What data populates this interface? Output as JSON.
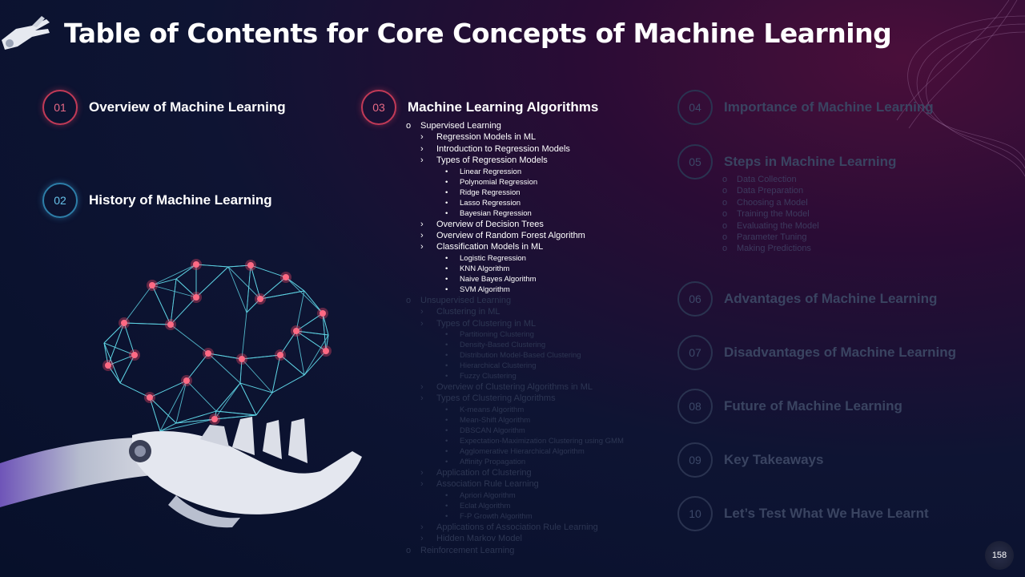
{
  "title": "Table of Contents for Core Concepts of Machine Learning",
  "page_number": "158",
  "items": [
    {
      "num": "01",
      "label": "Overview of Machine Learning"
    },
    {
      "num": "02",
      "label": "History of Machine Learning"
    },
    {
      "num": "03",
      "label": "Machine Learning Algorithms"
    },
    {
      "num": "04",
      "label": "Importance of Machine Learning"
    },
    {
      "num": "05",
      "label": "Steps in Machine Learning"
    },
    {
      "num": "06",
      "label": "Advantages of Machine Learning"
    },
    {
      "num": "07",
      "label": "Disadvantages of Machine Learning"
    },
    {
      "num": "08",
      "label": "Future of Machine Learning"
    },
    {
      "num": "09",
      "label": "Key Takeaways"
    },
    {
      "num": "10",
      "label": "Let’s Test What We Have Learnt"
    }
  ],
  "algorithms_outline": [
    {
      "level": 1,
      "text": "Supervised Learning",
      "dim": false
    },
    {
      "level": 2,
      "text": "Regression Models in ML",
      "dim": false
    },
    {
      "level": 2,
      "text": "Introduction to Regression Models",
      "dim": false
    },
    {
      "level": 2,
      "text": "Types of Regression Models",
      "dim": false
    },
    {
      "level": 3,
      "text": "Linear Regression",
      "dim": false
    },
    {
      "level": 3,
      "text": "Polynomial Regression",
      "dim": false
    },
    {
      "level": 3,
      "text": "Ridge Regression",
      "dim": false
    },
    {
      "level": 3,
      "text": "Lasso Regression",
      "dim": false
    },
    {
      "level": 3,
      "text": "Bayesian Regression",
      "dim": false
    },
    {
      "level": 2,
      "text": "Overview of Decision Trees",
      "dim": false
    },
    {
      "level": 2,
      "text": "Overview of Random Forest Algorithm",
      "dim": false
    },
    {
      "level": 2,
      "text": "Classification Models in ML",
      "dim": false
    },
    {
      "level": 3,
      "text": "Logistic Regression",
      "dim": false
    },
    {
      "level": 3,
      "text": "KNN Algorithm",
      "dim": false
    },
    {
      "level": 3,
      "text": "Naive Bayes Algorithm",
      "dim": false
    },
    {
      "level": 3,
      "text": "SVM Algorithm",
      "dim": false
    },
    {
      "level": 1,
      "text": "Unsupervised Learning",
      "dim": true
    },
    {
      "level": 2,
      "text": "Clustering in ML",
      "dim": true
    },
    {
      "level": 2,
      "text": "Types of Clustering in ML",
      "dim": true
    },
    {
      "level": 3,
      "text": "Partitioning Clustering",
      "dim": true
    },
    {
      "level": 3,
      "text": "Density-Based Clustering",
      "dim": true
    },
    {
      "level": 3,
      "text": "Distribution Model-Based Clustering",
      "dim": true
    },
    {
      "level": 3,
      "text": "Hierarchical Clustering",
      "dim": true
    },
    {
      "level": 3,
      "text": "Fuzzy Clustering",
      "dim": true
    },
    {
      "level": 2,
      "text": "Overview of Clustering Algorithms in ML",
      "dim": true
    },
    {
      "level": 2,
      "text": "Types of Clustering Algorithms",
      "dim": true
    },
    {
      "level": 3,
      "text": "K-means Algorithm",
      "dim": true
    },
    {
      "level": 3,
      "text": "Mean-Shift Algorithm",
      "dim": true
    },
    {
      "level": 3,
      "text": "DBSCAN Algorithm",
      "dim": true
    },
    {
      "level": 3,
      "text": "Expectation-Maximization Clustering using GMM",
      "dim": true
    },
    {
      "level": 3,
      "text": "Agglomerative Hierarchical Algorithm",
      "dim": true
    },
    {
      "level": 3,
      "text": "Affinity Propagation",
      "dim": true
    },
    {
      "level": 2,
      "text": "Application of Clustering",
      "dim": true
    },
    {
      "level": 2,
      "text": "Association Rule Learning",
      "dim": true
    },
    {
      "level": 3,
      "text": "Apriori Algorithm",
      "dim": true
    },
    {
      "level": 3,
      "text": "Eclat Algorithm",
      "dim": true
    },
    {
      "level": 3,
      "text": "F-P Growth Algorithm",
      "dim": true
    },
    {
      "level": 2,
      "text": "Applications of Association Rule Learning",
      "dim": true
    },
    {
      "level": 2,
      "text": "Hidden Markov Model",
      "dim": true
    },
    {
      "level": 1,
      "text": "Reinforcement Learning",
      "dim": true
    }
  ],
  "steps_outline": [
    "Data Collection",
    "Data Preparation",
    "Choosing a Model",
    "Training the Model",
    "Evaluating the Model",
    "Parameter Tuning",
    "Making Predictions"
  ],
  "bullets": {
    "level1": "o",
    "level2": "›",
    "level3": "•"
  },
  "colors": {
    "active_red": "#c23a57",
    "active_blue": "#2d7ea8",
    "dim": "#2a3350",
    "background": "#07102a",
    "accent": "#4a0f3a"
  }
}
